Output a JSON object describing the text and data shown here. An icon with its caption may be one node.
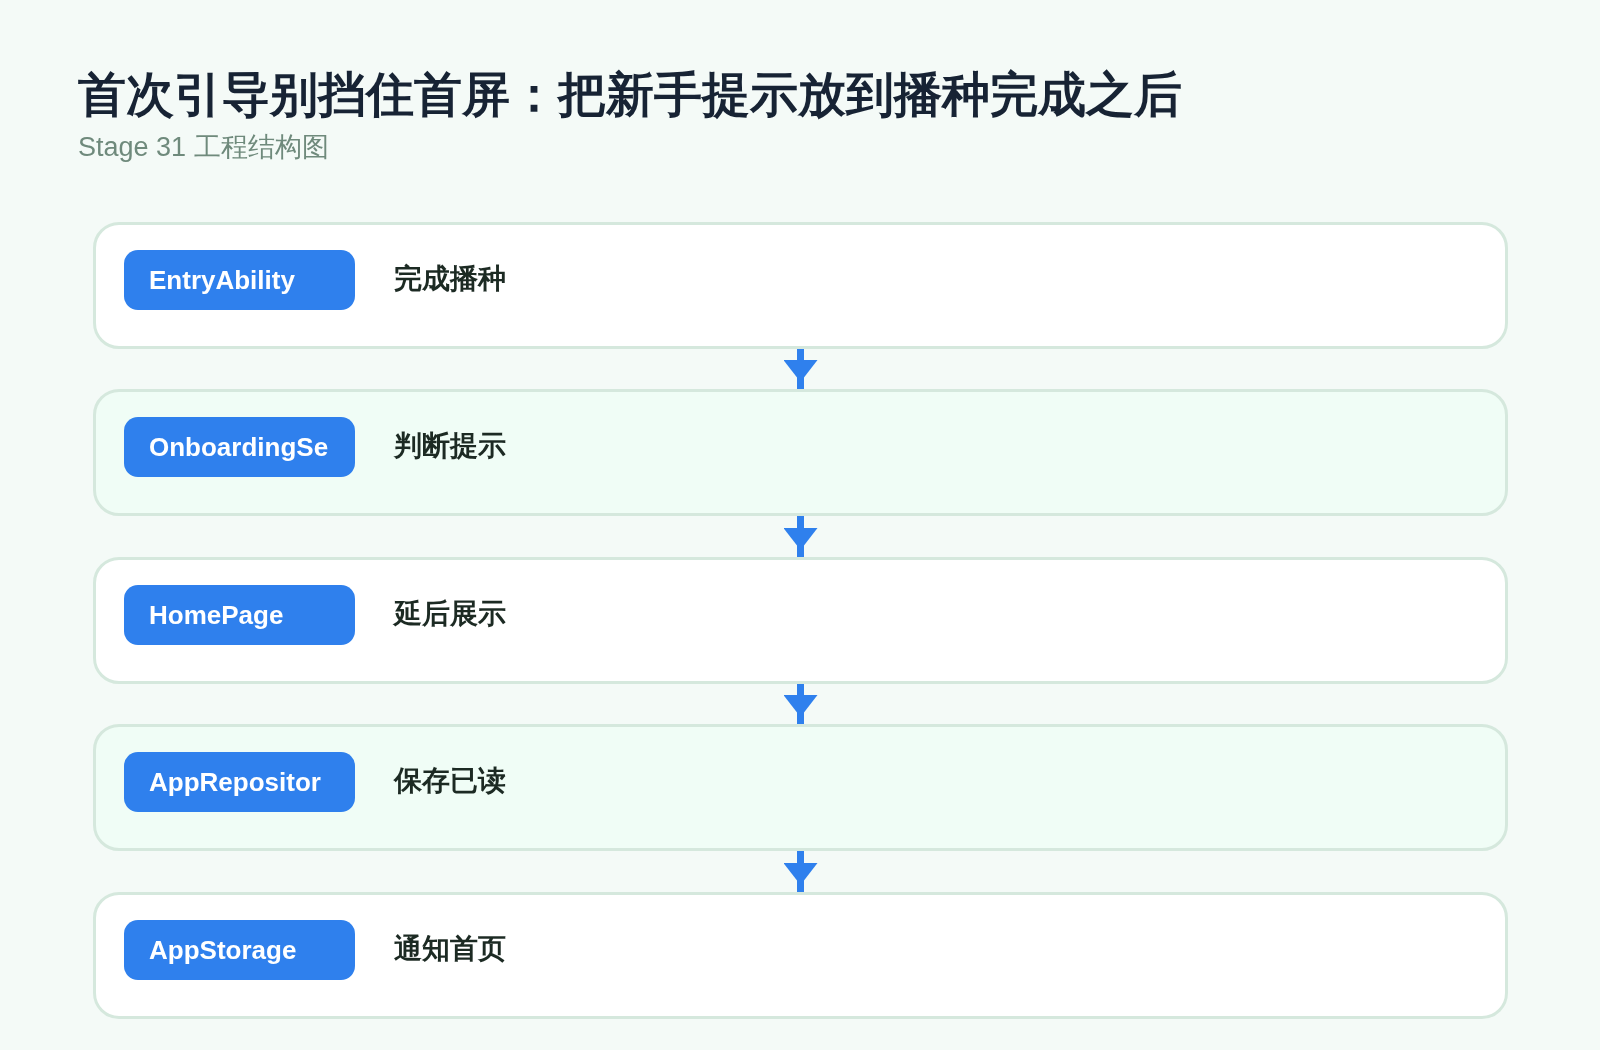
{
  "diagram": {
    "title": "首次引导别挡住首屏：把新手提示放到播种完成之后",
    "nodes": [
      {
        "text": [
          "完成播种"
        ]
      },
      {
        "text": [
          "EntryAbility"
        ],
        "in": 0
      },
      {
        "text": [
          "判断提示"
        ]
      },
      {
        "text": [
          "OnboardingSe"
        ],
        "in": 2
      },
      {
        "text": [
          "延后展示"
        ]
      },
      {
        "text": [
          "HomePage"
        ],
        "in": 4
      },
      {
        "text": [
          "保存已读"
        ]
      },
      {
        "text": [
          "AppRepositor"
        ],
        "in": 6
      },
      {
        "text": [
          "通知首页"
        ]
      },
      {
        "text": [
          "AppStorage"
        ],
        "in": 8
      }
    ],
    "edges": [
      {
        "from": 0,
        "to": 2,
        "arrow": "to"
      },
      {
        "from": 2,
        "to": 4,
        "arrow": "to"
      },
      {
        "from": 4,
        "to": 6,
        "arrow": "to"
      },
      {
        "from": 6,
        "to": 8,
        "arrow": "to"
      }
    ],
    "labels": [
      "Stage 31 工程结构图"
    ]
  }
}
